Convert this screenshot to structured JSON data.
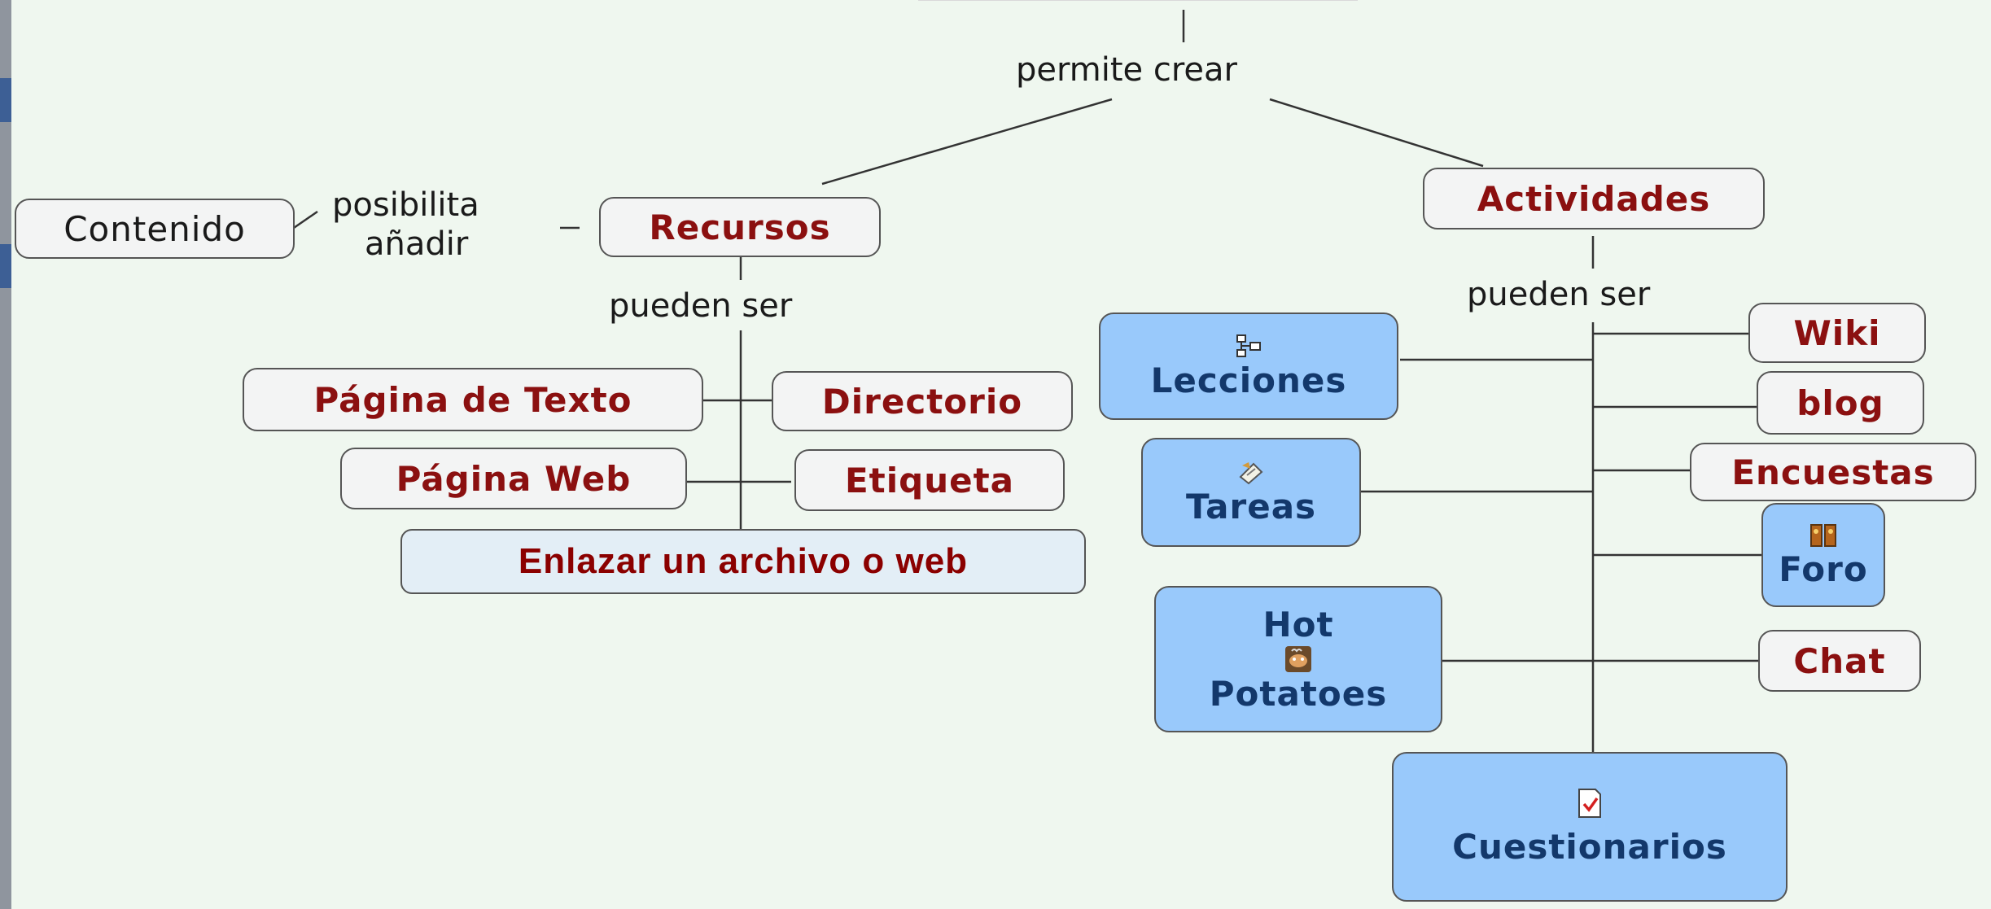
{
  "relations": {
    "permite_crear": "permite crear",
    "posibilita_line1": "posibilita",
    "posibilita_line2": "añadir",
    "pueden_ser_recursos": "pueden ser",
    "pueden_ser_actividades": "pueden ser"
  },
  "nodes": {
    "contenido": "Contenido",
    "recursos": "Recursos",
    "actividades": "Actividades",
    "pagina_texto": "Página de Texto",
    "directorio": "Directorio",
    "pagina_web": "Página Web",
    "etiqueta": "Etiqueta",
    "enlazar": "Enlazar un archivo o web",
    "lecciones": "Lecciones",
    "tareas": "Tareas",
    "hot_line1": "Hot",
    "hot_line2": "Potatoes",
    "cuestionarios": "Cuestionarios",
    "wiki": "Wiki",
    "blog": "blog",
    "encuestas": "Encuestas",
    "foro": "Foro",
    "chat": "Chat"
  },
  "icons": {
    "lecciones": "org-chart-icon",
    "tareas": "assignment-icon",
    "foro": "forum-icon",
    "hot_potatoes": "hot-potatoes-icon",
    "cuestionarios": "quiz-checkbox-icon"
  },
  "colors": {
    "background": "#eff7ef",
    "node_text": "#8b1010",
    "blue_node": "#99c9fb",
    "blue_text": "#13386b",
    "link_box_text": "#8b0000"
  }
}
